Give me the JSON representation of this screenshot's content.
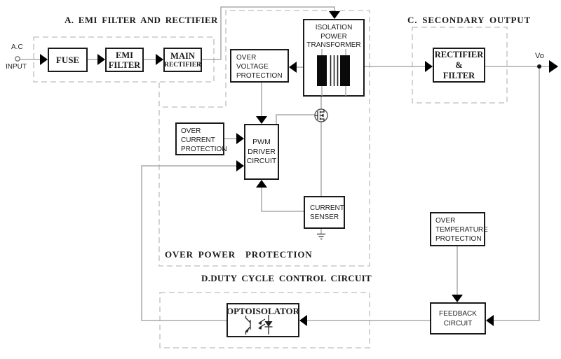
{
  "sections": {
    "emi_rectifier": {
      "label": "A. EMI FILTER AND RECTIFIER"
    },
    "secondary_output": {
      "label": "C. SECONDARY OUTPUT"
    },
    "over_power": {
      "label": "OVER POWER  PROTECTION"
    },
    "duty_cycle": {
      "label": "D.DUTY CYCLE CONTROL CIRCUIT"
    }
  },
  "terminals": {
    "ac": "A.C",
    "input": "INPUT",
    "vo": "Vo"
  },
  "blocks": {
    "fuse": {
      "label": "FUSE"
    },
    "emi_filter": {
      "label": "EMI\nFILTER"
    },
    "main_rectifier": {
      "line1": "MAIN",
      "line2": "RECTIFIER"
    },
    "isolation_power_transformer": {
      "label": "ISOLATION\nPOWER\nTRANSFORMER"
    },
    "over_voltage_protection": {
      "label": "OVER\nVOLTAGE\nPROTECTION"
    },
    "over_current_protection": {
      "label": "OVER\nCURRENT\nPROTECTION"
    },
    "pwm_driver_circuit": {
      "label": "PWM\nDRIVER\nCIRCUIT"
    },
    "current_senser": {
      "label": "CURRENT\nSENSER"
    },
    "rectifier_filter": {
      "label": "RECTIFIER\n&\nFILTER"
    },
    "over_temperature_protection": {
      "label": "OVER\nTEMPERATURE\nPROTECTION"
    },
    "feedback_circuit": {
      "label": "FEEDBACK\nCIRCUIT"
    },
    "optoisolator": {
      "label": "OPTOISOLATOR"
    }
  },
  "icons": {
    "transformer": "transformer-windings-icon",
    "mosfet": "mosfet-switch-icon",
    "optocoupler": "optocoupler-led-phototransistor-icon",
    "ground": "earth-ground-icon",
    "ac_terminal": "ac-input-terminal-icon",
    "output_node": "vo-node-dot-icon"
  },
  "colors": {
    "background": "#ffffff",
    "box_border": "#1a1a1a",
    "wire": "#9b9b9b",
    "dashed_outline": "#bdbdbd",
    "arrow": "#000000",
    "text": "#1c1c1c",
    "winding_fill": "#0a0a0a"
  }
}
